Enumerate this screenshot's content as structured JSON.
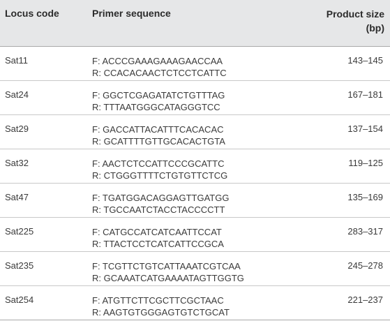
{
  "table": {
    "headers": {
      "locus": "Locus code",
      "primer": "Primer sequence",
      "size_line1": "Product size",
      "size_line2": "(bp)"
    },
    "rows": [
      {
        "locus": "Sat11",
        "forward": "F: ACCCGAAAGAAAGAACCAA",
        "reverse": "R: CCACACAACTCTCCTCATTC",
        "size": "143–145"
      },
      {
        "locus": "Sat24",
        "forward": "F: GGCTCGAGATATCTGTTTAG",
        "reverse": "R: TTTAATGGGCATAGGGTCC",
        "size": "167–181"
      },
      {
        "locus": "Sat29",
        "forward": "F: GACCATTACATTTCACACAC",
        "reverse": "R: GCATTTTGTTGCACACTGTA",
        "size": "137–154"
      },
      {
        "locus": "Sat32",
        "forward": "F: AACTCTCCATTCCCGCATTC",
        "reverse": "R: CTGGGTTTTCTGTGTTCTCG",
        "size": "119–125"
      },
      {
        "locus": "Sat47",
        "forward": "F: TGATGGACAGGAGTTGATGG",
        "reverse": "R: TGCCAATCTACCTACCCCTT",
        "size": "135–169"
      },
      {
        "locus": "Sat225",
        "forward": "F: CATGCCATCATCAATTCCAT",
        "reverse": "R: TTACTCCTCATCATTCCGCA",
        "size": "283–317"
      },
      {
        "locus": "Sat235",
        "forward": "F: TCGTTCTGTCATTAAATCGTCAA",
        "reverse": "R: GCAAATCATGAAAATAGTTGGTG",
        "size": "245–278"
      },
      {
        "locus": "Sat254",
        "forward": "F: ATGTTCTTCGCTTCGCTAAC",
        "reverse": "R: AAGTGTGGGAGTGTCTGCAT",
        "size": "221–237"
      }
    ]
  }
}
